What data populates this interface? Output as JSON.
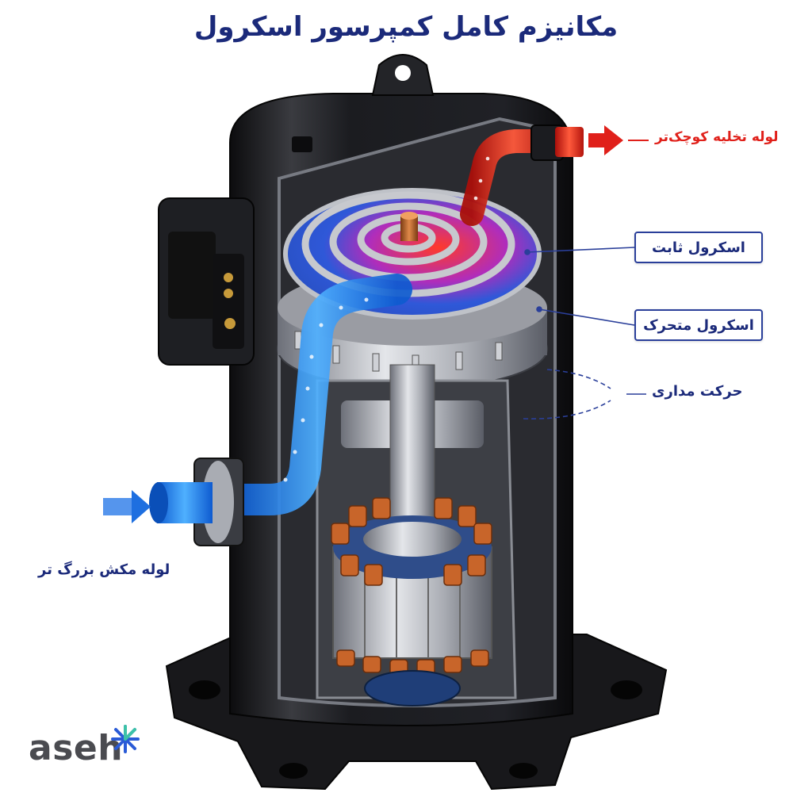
{
  "title": "مکانیزم کامل کمپرسور اسکرول",
  "labels": {
    "discharge": "لوله تخلیه کوچک‌تر",
    "fixed_scroll": "اسکرول ثابت",
    "orbiting_scroll": "اسکرول متحرک",
    "orbital_motion": "حرکت مداری",
    "suction": "لوله مکش بزرگ تر"
  },
  "logo": {
    "text": "aseh"
  },
  "colors": {
    "title": "#1b2a7a",
    "hot": "#e0201a",
    "cold": "#1e7be8",
    "body": "#1a1a1c",
    "accent_logo": "#2a5bd7"
  },
  "icons": [
    "discharge-arrow-icon",
    "suction-arrow-icon",
    "logo-star-icon"
  ]
}
